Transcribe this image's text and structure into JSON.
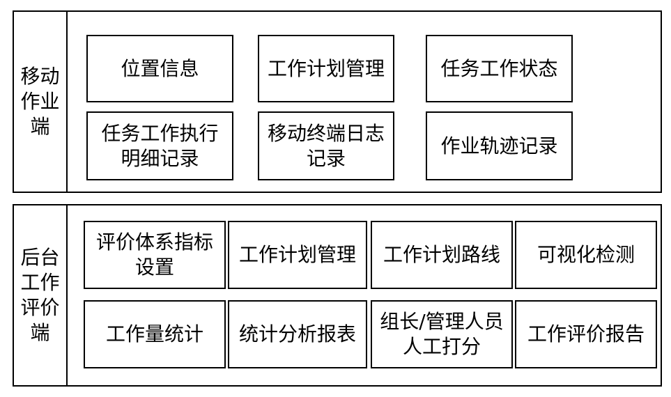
{
  "mobile": {
    "label": "移动作业端",
    "boxes": [
      {
        "id": "location-info",
        "text": "位置信息"
      },
      {
        "id": "work-plan-management",
        "text": "工作计划管理"
      },
      {
        "id": "task-work-status",
        "text": "任务工作状态"
      },
      {
        "id": "task-execution-detail-record",
        "text": "任务工作执行明细记录"
      },
      {
        "id": "mobile-terminal-log-record",
        "text": "移动终端日志记录"
      },
      {
        "id": "work-trajectory-record",
        "text": "作业轨迹记录"
      }
    ]
  },
  "backend": {
    "label": "后台工作评价端",
    "boxes": [
      {
        "id": "evaluation-index-setup",
        "text": "评价体系指标设置"
      },
      {
        "id": "work-plan-management",
        "text": "工作计划管理"
      },
      {
        "id": "work-plan-route",
        "text": "工作计划路线"
      },
      {
        "id": "visual-inspection",
        "text": "可视化检测"
      },
      {
        "id": "workload-statistics",
        "text": "工作量统计"
      },
      {
        "id": "statistical-analysis-report",
        "text": "统计分析报表"
      },
      {
        "id": "leader-manual-scoring",
        "text": "组长/管理人员人工打分"
      },
      {
        "id": "work-evaluation-report",
        "text": "工作评价报告"
      }
    ]
  }
}
